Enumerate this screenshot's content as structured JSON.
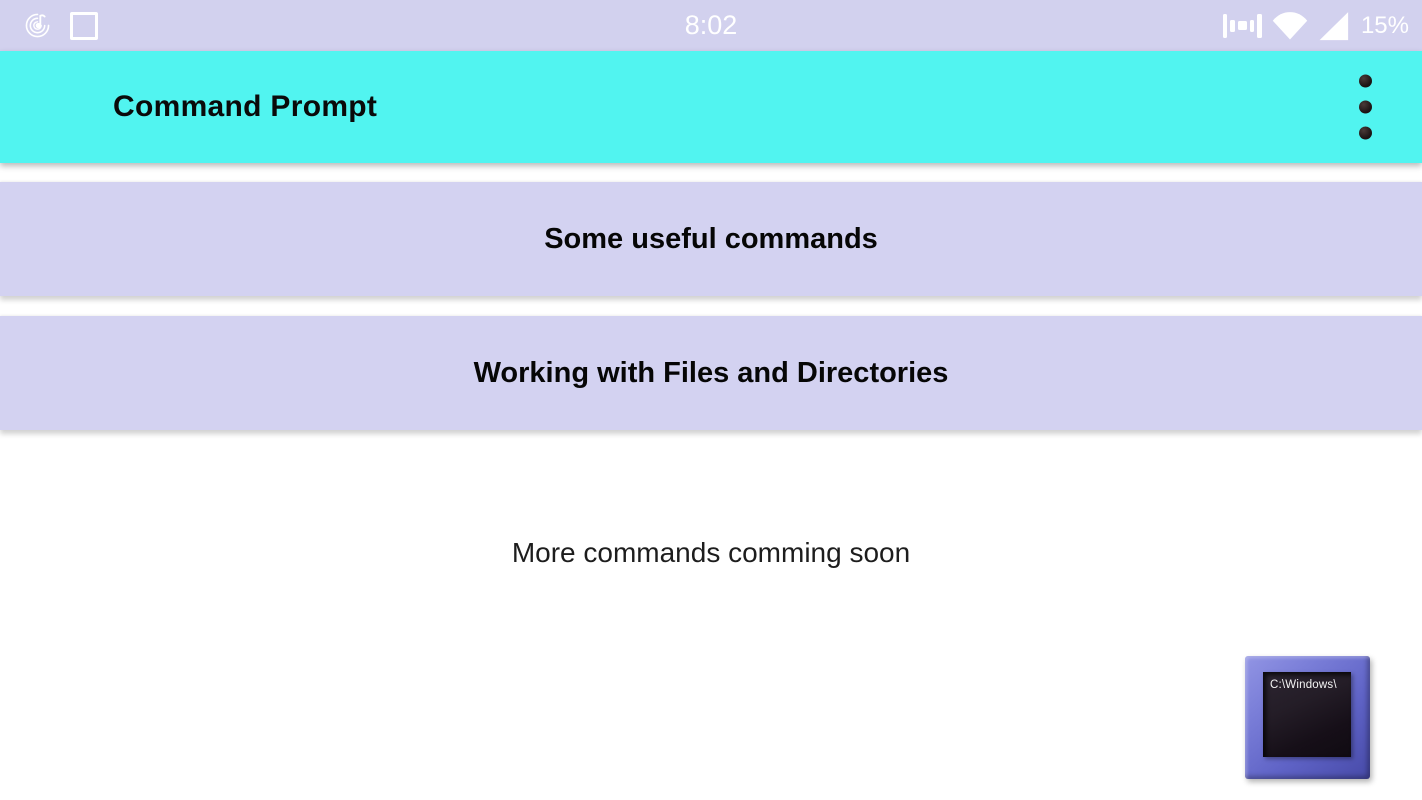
{
  "status_bar": {
    "time": "8:02",
    "battery_percent": "15%",
    "left_icons": [
      "music-notification-icon",
      "square-notification-icon"
    ],
    "right_icons": [
      "vibrate-icon",
      "wifi-icon",
      "cellular-signal-icon"
    ]
  },
  "app_bar": {
    "title": "Command Prompt",
    "menu_icon": "overflow-menu-icon"
  },
  "menu_items": [
    {
      "label": "Some useful commands"
    },
    {
      "label": "Working with Files and Directories"
    }
  ],
  "body": {
    "coming_soon": "More commands comming soon"
  },
  "cmd_window_icon": {
    "screen_text": "C:\\Windows\\"
  },
  "colors": {
    "status_bar_bg": "#d2d1ee",
    "app_bar_bg": "#51f4f0",
    "card_bg": "#d3d2f1",
    "page_bg": "#ffffff",
    "title_text": "#0a0a0a",
    "status_icons": "#ffffff",
    "cmd_icon_frame": "#6468cb"
  }
}
